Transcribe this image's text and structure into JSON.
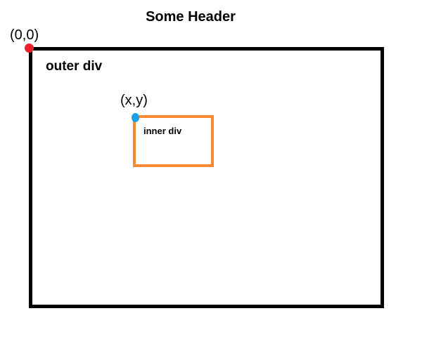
{
  "header": {
    "title": "Some Header"
  },
  "origin": {
    "label": "(0,0)",
    "color": "#e8202a"
  },
  "outer_div": {
    "label": "outer div",
    "border_color": "#000000"
  },
  "point": {
    "label": "(x,y)",
    "color": "#1ca0e3"
  },
  "inner_div": {
    "label": "inner div",
    "border_color": "#f58a32"
  }
}
